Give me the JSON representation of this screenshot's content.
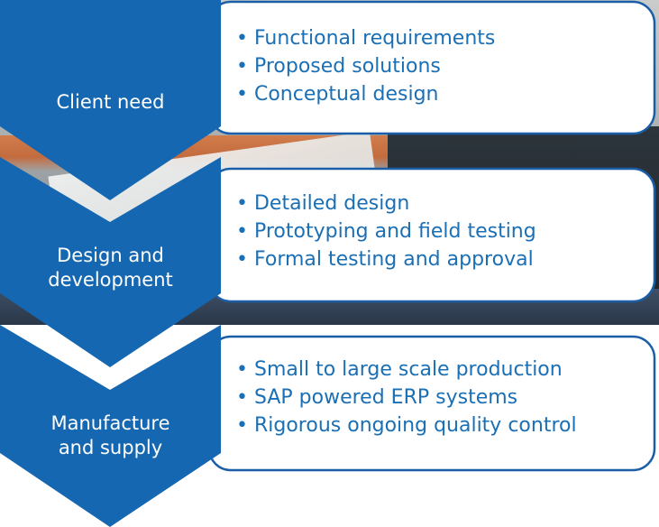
{
  "colors": {
    "chevron_blue": "#1467b0",
    "box_border": "#1a5ea8",
    "bullet_text": "#1b6fb5",
    "label_text": "#ffffff"
  },
  "stages": [
    {
      "label": "Client need",
      "items": [
        "Functional requirements",
        "Proposed solutions",
        "Conceptual design"
      ]
    },
    {
      "label": "Design and\ndevelopment",
      "items": [
        "Detailed design",
        "Prototyping and field testing",
        "Formal testing and approval"
      ]
    },
    {
      "label": "Manufacture\nand supply",
      "items": [
        "Small to large scale production",
        "SAP powered ERP systems",
        "Rigorous ongoing quality control"
      ]
    }
  ]
}
